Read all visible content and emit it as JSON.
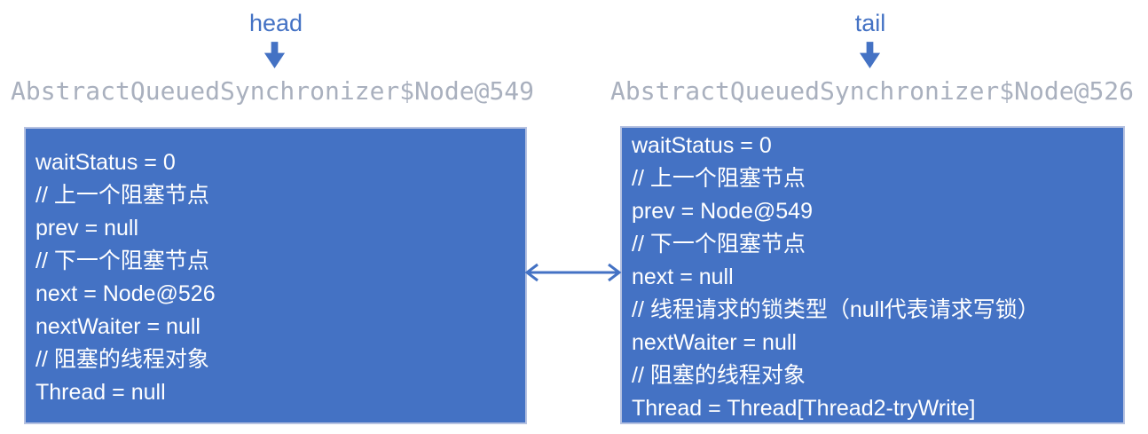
{
  "colors": {
    "background": "#ffffff",
    "box_fill": "#4472c4",
    "box_border": "#b6c2e1",
    "box_text": "#ffffff",
    "accent_blue": "#4472c4",
    "title_gray": "#a9b0be"
  },
  "pointers": {
    "head_label": "head",
    "tail_label": "tail"
  },
  "nodes": {
    "head": {
      "title": "AbstractQueuedSynchronizer$Node@549",
      "lines": [
        "waitStatus = 0",
        "// 上一个阻塞节点",
        "prev = null",
        "// 下一个阻塞节点",
        "next = Node@526",
        "nextWaiter = null",
        "// 阻塞的线程对象",
        "Thread = null"
      ]
    },
    "tail": {
      "title": "AbstractQueuedSynchronizer$Node@526",
      "lines": [
        "waitStatus = 0",
        "// 上一个阻塞节点",
        "prev = Node@549",
        "// 下一个阻塞节点",
        "next = null",
        "// 线程请求的锁类型（null代表请求写锁）",
        "nextWaiter = null",
        "// 阻塞的线程对象",
        "Thread = Thread[Thread2-tryWrite]"
      ]
    }
  }
}
